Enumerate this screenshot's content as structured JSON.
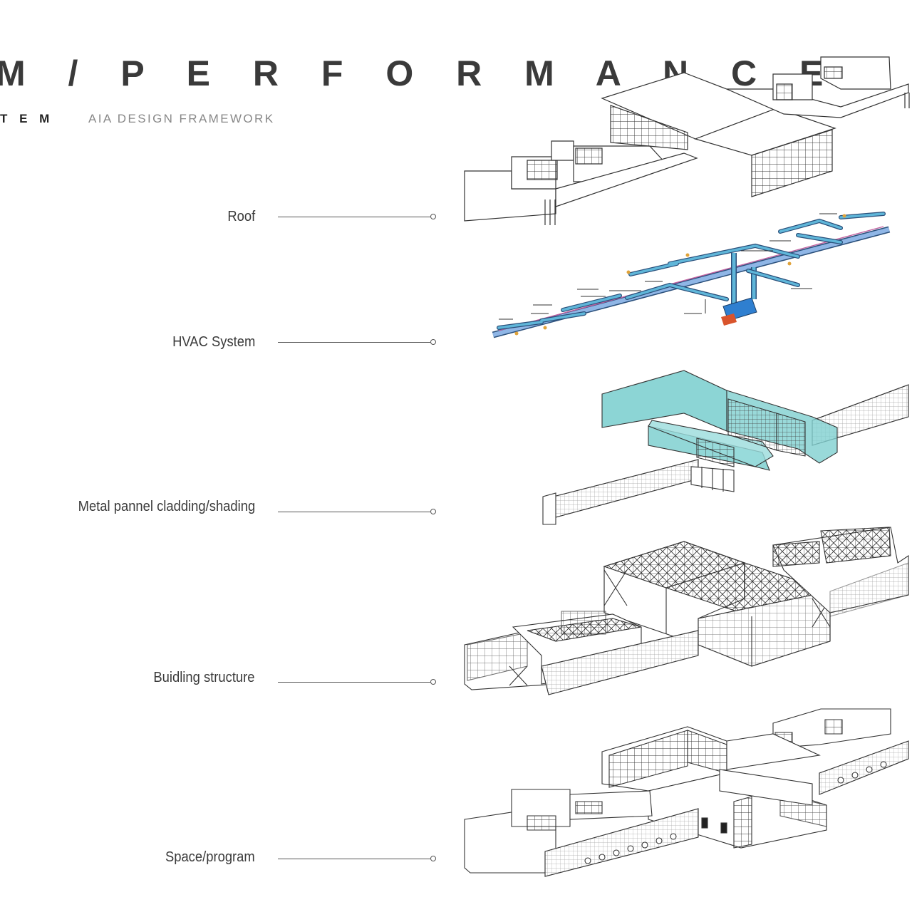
{
  "header": {
    "title": "M / P E R F O R M A N C E",
    "subtitle_left": "T E M",
    "subtitle_right": "AIA DESIGN FRAMEWORK"
  },
  "layers": [
    {
      "label": "Roof"
    },
    {
      "label": "HVAC System"
    },
    {
      "label": "Metal pannel cladding/shading"
    },
    {
      "label": "Buidling structure"
    },
    {
      "label": "Space/program"
    }
  ],
  "colors": {
    "line": "#333333",
    "hvac_duct": "#5fb6d9",
    "hvac_outline": "#2a4f7a",
    "hvac_unit": "#2f7fd0",
    "hvac_accent": "#d9542c",
    "cladding": "#7fd0d0"
  }
}
